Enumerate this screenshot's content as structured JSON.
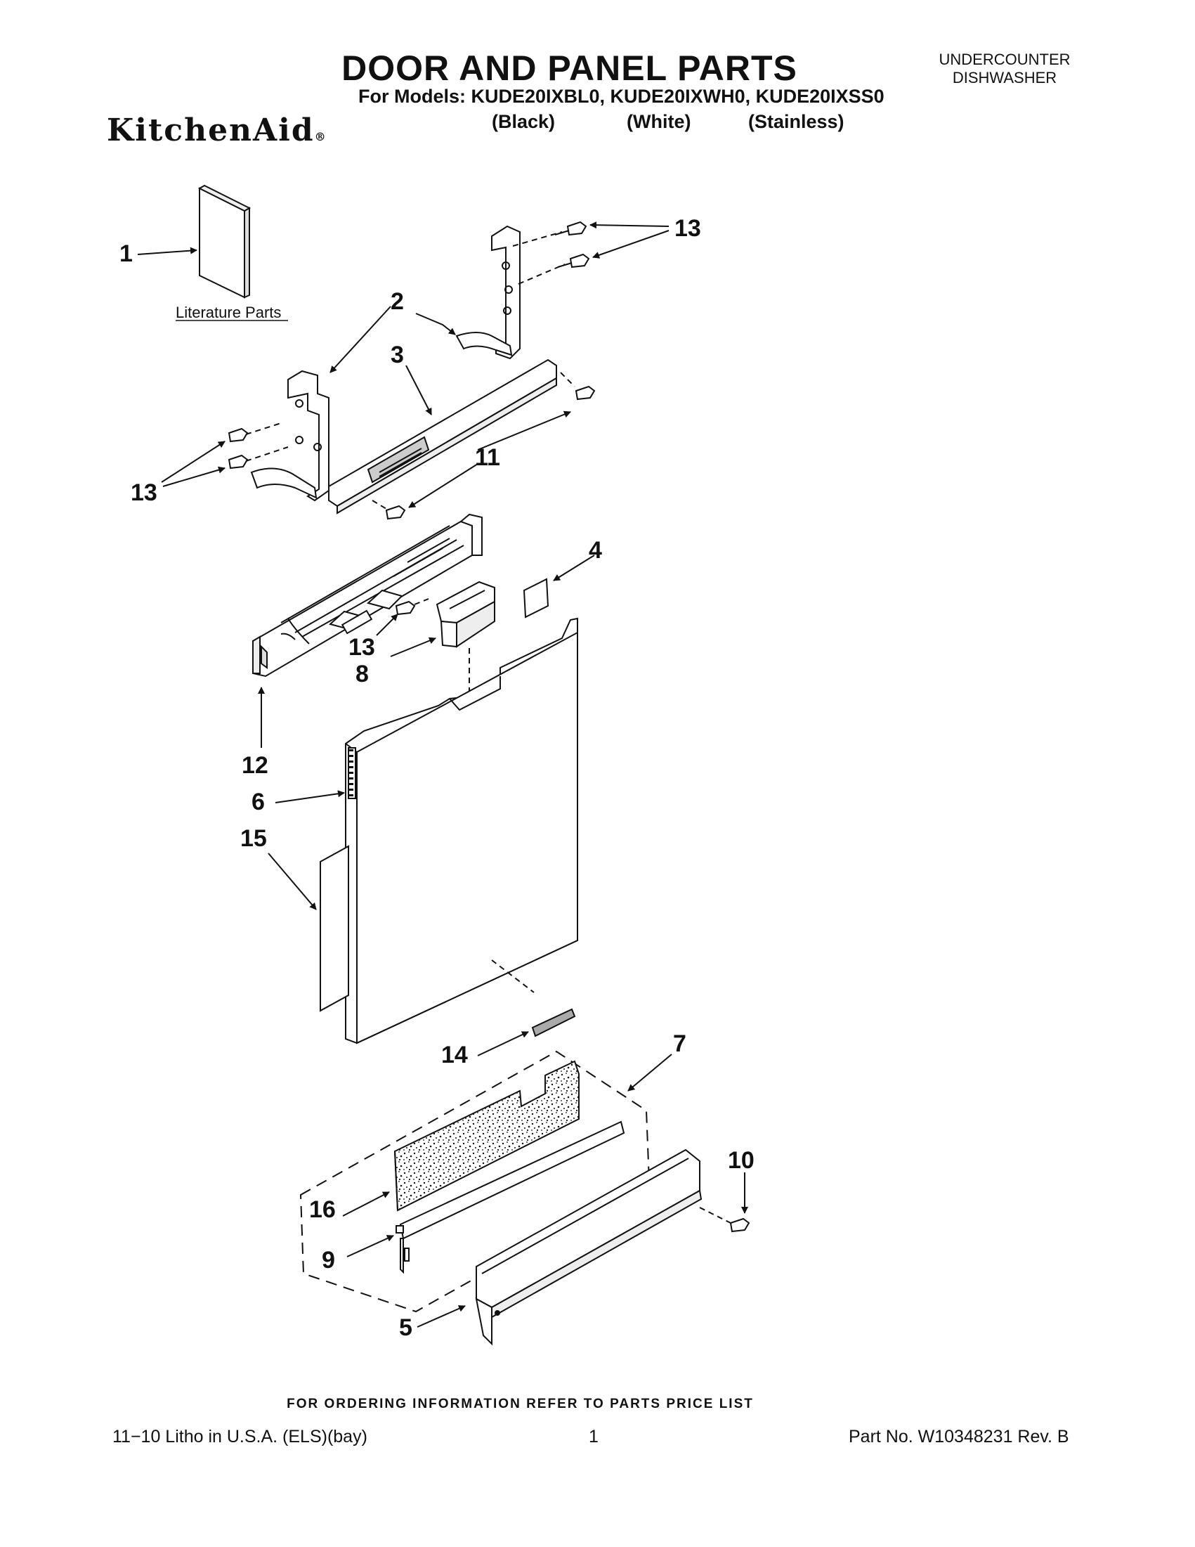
{
  "header": {
    "title": "DOOR AND PANEL PARTS",
    "appliance_line1": "UNDERCOUNTER",
    "appliance_line2": "DISHWASHER",
    "models_line": "For Models: KUDE20IXBL0, KUDE20IXWH0, KUDE20IXSS0",
    "brand": "KitchenAid",
    "brand_mark": "®",
    "color_black": "(Black)",
    "color_white": "(White)",
    "color_stainless": "(Stainless)"
  },
  "diagram": {
    "literature_label": "Literature Parts",
    "callouts": {
      "c1": "1",
      "c2": "2",
      "c3": "3",
      "c4": "4",
      "c5": "5",
      "c6": "6",
      "c7": "7",
      "c8": "8",
      "c9": "9",
      "c10": "10",
      "c11": "11",
      "c12": "12",
      "c13a": "13",
      "c13b": "13",
      "c13c": "13",
      "c14": "14",
      "c15": "15",
      "c16": "16"
    }
  },
  "footer": {
    "order_info": "FOR ORDERING INFORMATION REFER TO PARTS PRICE LIST",
    "litho": "11−10 Litho in U.S.A. (ELS)(bay)",
    "page_number": "1",
    "part_number": "Part No. W10348231 Rev. B"
  }
}
